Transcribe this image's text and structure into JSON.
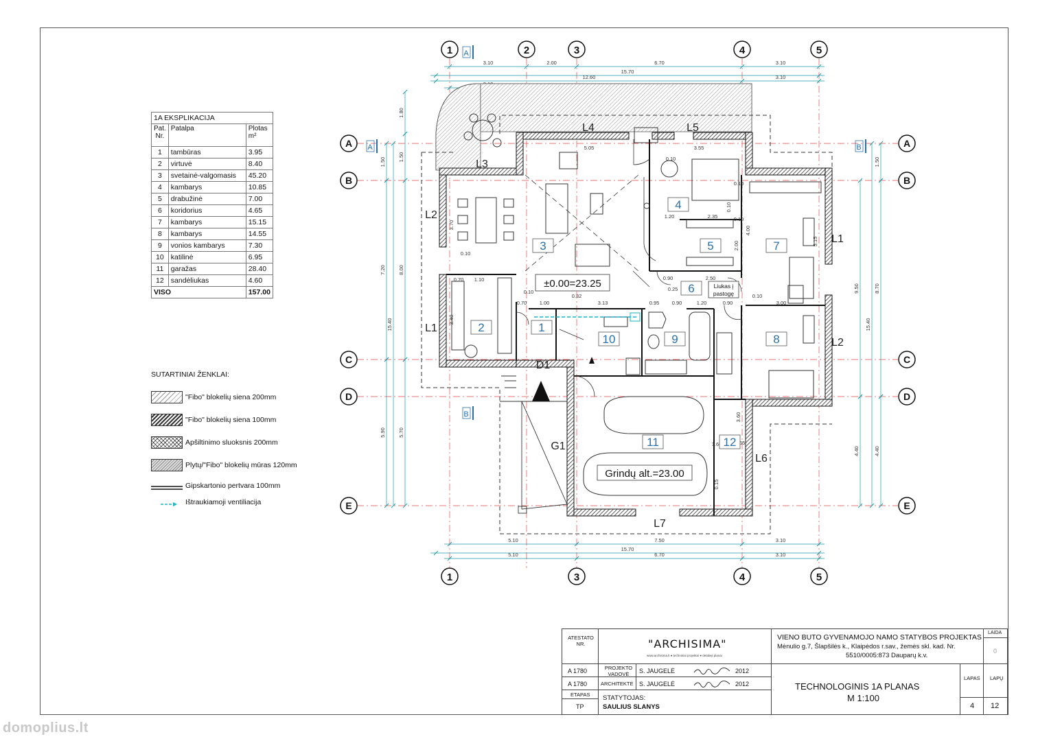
{
  "explication": {
    "title": "1A EKSPLIKACIJA",
    "head_nr": "Pat. Nr.",
    "head_name": "Patalpa",
    "head_area": "Plotas m²",
    "rows": [
      {
        "nr": "1",
        "name": "tambūras",
        "area": "3.95"
      },
      {
        "nr": "2",
        "name": "virtuvė",
        "area": "8.40"
      },
      {
        "nr": "3",
        "name": "svetainė-valgomasis",
        "area": "45.20"
      },
      {
        "nr": "4",
        "name": "kambarys",
        "area": "10.85"
      },
      {
        "nr": "5",
        "name": "drabužinė",
        "area": "7.00"
      },
      {
        "nr": "6",
        "name": "koridorius",
        "area": "4.65"
      },
      {
        "nr": "7",
        "name": "kambarys",
        "area": "15.15"
      },
      {
        "nr": "8",
        "name": "kambarys",
        "area": "14.55"
      },
      {
        "nr": "9",
        "name": "vonios kambarys",
        "area": "7.30"
      },
      {
        "nr": "10",
        "name": "katilinė",
        "area": "6.95"
      },
      {
        "nr": "11",
        "name": "garažas",
        "area": "28.40"
      },
      {
        "nr": "12",
        "name": "sandėliukas",
        "area": "4.60"
      }
    ],
    "total_label": "VISO",
    "total_area": "157.00"
  },
  "legend": {
    "title": "SUTARTINIAI ŽENKLAI:",
    "items": [
      "\"Fibo\" blokelių siena 200mm",
      "\"Fibo\" blokelių siena 100mm",
      "Apšiltinimo sluoksnis 200mm",
      "Plytų/\"Fibo\" blokelių mūras 120mm",
      "Gipskartonio pertvara 100mm",
      "Ištraukiamoji ventiliacija"
    ]
  },
  "plan": {
    "axes_top": [
      "1",
      "2",
      "3",
      "4",
      "5"
    ],
    "axes_bottom": [
      "1",
      "3",
      "4",
      "5"
    ],
    "axes_side": [
      "A",
      "B",
      "C",
      "D",
      "E"
    ],
    "dims_top_1": [
      "3.10",
      "2.00",
      "6.70",
      "3.10"
    ],
    "dims_top_2": "15.70",
    "dims_top_3": [
      "12.60",
      "3.10"
    ],
    "dims_top_4": "3.10",
    "dims_bottom_1": [
      "5.10",
      "7.50",
      "3.10"
    ],
    "dims_bottom_2": "15.70",
    "dims_bottom_3": [
      "5.10",
      "6.70",
      "3.10"
    ],
    "dims_left": [
      "1.80",
      "1.50",
      "1.50",
      "7.20",
      "8.00",
      "15.40",
      "5.90",
      "5.70"
    ],
    "dims_right": [
      "1.50",
      "9.50",
      "8.70",
      "15.40",
      "4.40",
      "4.40"
    ],
    "room_numbers": [
      "1",
      "2",
      "3",
      "4",
      "5",
      "6",
      "7",
      "8",
      "9",
      "10",
      "11",
      "12"
    ],
    "zones": [
      "L1",
      "L2",
      "L3",
      "L4",
      "L5",
      "L1",
      "L2",
      "L6",
      "L7",
      "G1",
      "D1"
    ],
    "section_marks": [
      "A",
      "A",
      "B",
      "B"
    ],
    "elevation_main": "±0.00=23.25",
    "elevation_garage": "Grindų alt.=23.00",
    "hatch_label_1": "Liukas į",
    "hatch_label_2": "pastogę",
    "inner_dims": [
      "5.05",
      "3.55",
      "0.10",
      "3.70",
      "0.10",
      "0.70",
      "1.10",
      "0.10",
      "0.70",
      "1.00",
      "0.32",
      "3.13",
      "0.95",
      "0.90",
      "1.20",
      "0.90",
      "3.00",
      "0.10",
      "3.40",
      "1.20",
      "2.35",
      "0.10",
      "2.00",
      "4.00",
      "0.90",
      "0.25",
      "2.50",
      "5.15",
      "3.60",
      "1.60",
      "0.15",
      "1.65",
      "0.10",
      "0.10"
    ]
  },
  "titleblock": {
    "atestato": "ATESTATO NR.",
    "firm": "\"ARCHISIMA\"",
    "firm_sub": "www.archisima.lt ● techniniai projektai ● detalieji planai",
    "project_title": "VIENO BUTO GYVENAMOJO NAMO STATYBOS PROJEKTAS",
    "address_1": "Mėnulio g.7, Šlapšilės k., Klaipėdos r.sav., žemės skl. kad. Nr.",
    "address_2": "5510/0005:873 Dauparų k.v.",
    "laida": "LAIDA",
    "laida_val": "0",
    "row1_cert": "A 1780",
    "row1_role": "PROJEKTO VADOVĖ",
    "row1_name": "S. JAUGELĖ",
    "row1_year": "2012",
    "row2_cert": "A 1780",
    "row2_role": "ARCHITEKTĖ",
    "row2_name": "S. JAUGELĖ",
    "row2_year": "2012",
    "etapas": "ETAPAS",
    "etapas_val": "TP",
    "statytojas": "STATYTOJAS:",
    "statytojas_val": "SAULIUS SLANYS",
    "sheet_title": "TECHNOLOGINIS 1A PLANAS",
    "scale": "M 1:100",
    "lapas": "LAPAS",
    "lapu": "LAPŲ",
    "lapas_val": "4",
    "lapu_val": "12"
  },
  "watermark": "domoplius.lt",
  "colors": {
    "axis": "#e24848",
    "dim": "#1a9aa8",
    "room_num": "#2a6fa8",
    "line": "#111111"
  }
}
